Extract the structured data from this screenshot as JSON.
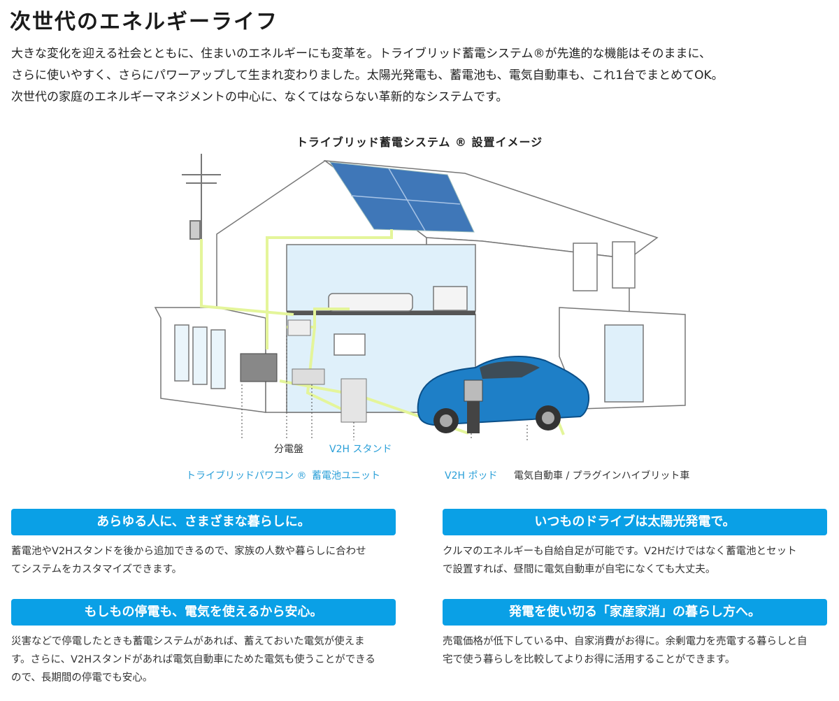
{
  "page": {
    "title": "次世代のエネルギーライフ",
    "intro_lines": [
      "大きな変化を迎える社会とともに、住まいのエネルギーにも変革を。トライブリッド蓄電システム®が先進的な機能はそのままに、",
      "さらに使いやすく、さらにパワーアップして生まれ変わりました。太陽光発電も、蓄電池も、電気自動車も、これ1台でまとめてOK。",
      "次世代の家庭のエネルギーマネジメントの中心に、なくてはならない革新的なシステムです。"
    ]
  },
  "diagram": {
    "title": "トライブリッド蓄電システム ® 設置イメージ",
    "labels": {
      "panel": "分電盤",
      "v2h_stand": "V2H スタンド",
      "power_conditioner": "トライブリッドパワコン ®",
      "battery_unit": "蓄電池ユニット",
      "v2h_pod": "V2H ポッド",
      "ev": "電気自動車 / プラグインハイブリット車"
    }
  },
  "features": [
    {
      "heading": "あらゆる人に、さまざまな暮らしに。",
      "lines": [
        "蓄電池やV2Hスタンドを後から追加できるので、家族の人数や暮らしに合わせ",
        "てシステムをカスタマイズできます。"
      ]
    },
    {
      "heading": "いつものドライブは太陽光発電で。",
      "lines": [
        "クルマのエネルギーも自給自足が可能です。V2Hだけではなく蓄電池とセット",
        "で設置すれば、昼間に電気自動車が自宅になくても大丈夫。"
      ]
    },
    {
      "heading": "もしもの停電も、電気を使えるから安心。",
      "lines": [
        "災害などで停電したときも蓄電システムがあれば、蓄えておいた電気が使えま",
        "す。さらに、V2Hスタンドがあれば電気自動車にためた電気も使うことができる",
        "ので、長期間の停電でも安心。"
      ]
    },
    {
      "heading": "発電を使い切る「家産家消」の暮らし方へ。",
      "lines": [
        "売電価格が低下している中、自家消費がお得に。余剰電力を売電する暮らしと自",
        "宅で使う暮らしを比較してよりお得に活用することができます。"
      ]
    }
  ],
  "colors": {
    "accent": "#0aa0e6",
    "label_blue": "#2a9fd8",
    "energy_flow": "#e4f59a",
    "room_fill": "#dff0fa"
  }
}
